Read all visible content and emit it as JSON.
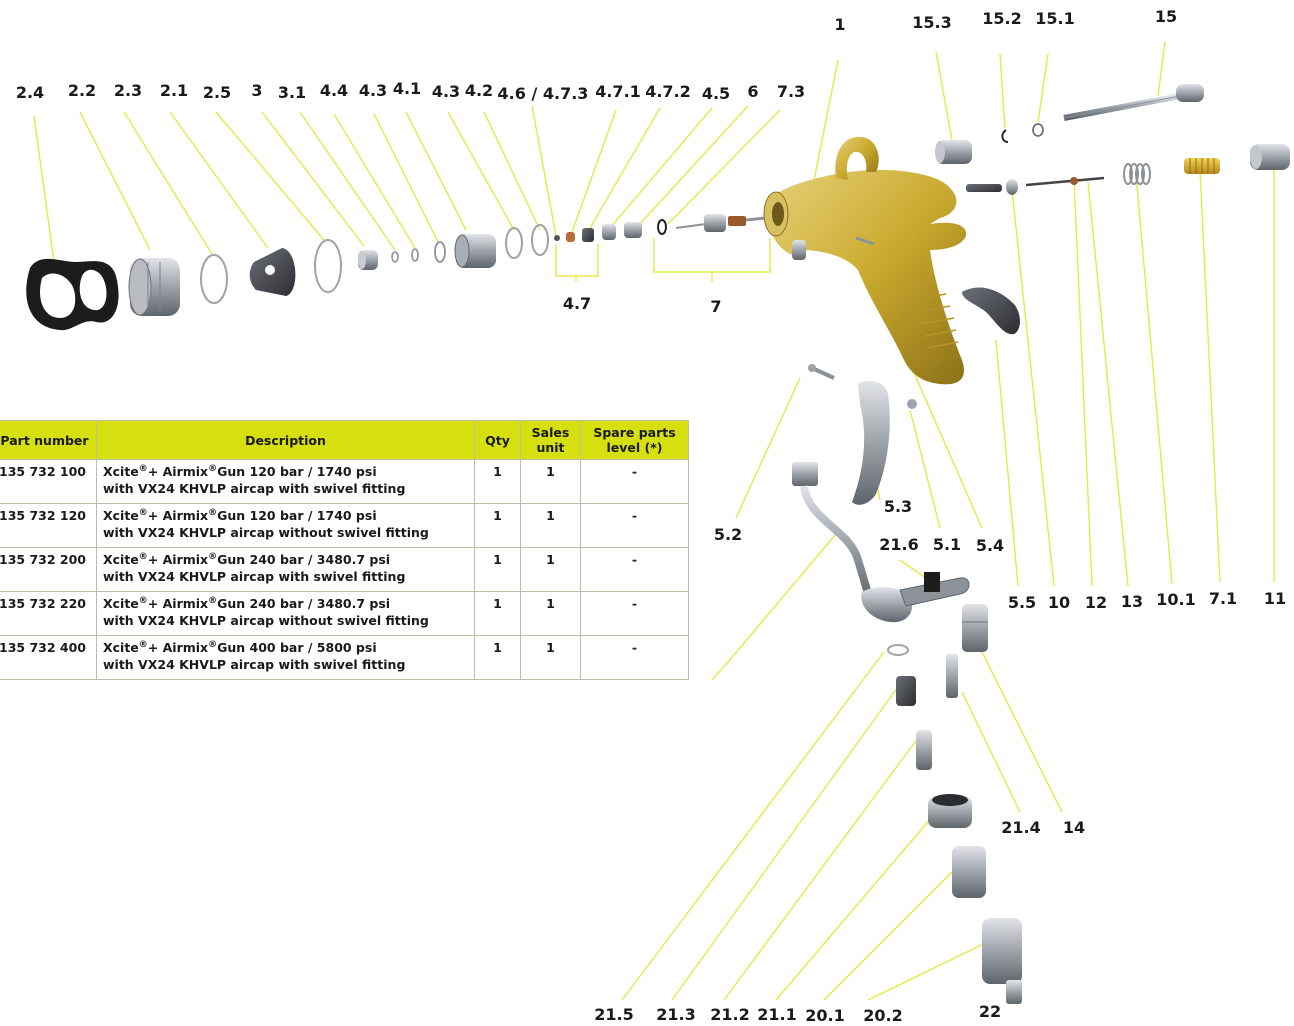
{
  "callouts": [
    {
      "id": "c1",
      "text": "1"
    },
    {
      "id": "c15_3",
      "text": "15.3"
    },
    {
      "id": "c15_2",
      "text": "15.2"
    },
    {
      "id": "c15_1",
      "text": "15.1"
    },
    {
      "id": "c15",
      "text": "15"
    },
    {
      "id": "c2_4",
      "text": "2.4"
    },
    {
      "id": "c2_2",
      "text": "2.2"
    },
    {
      "id": "c2_3",
      "text": "2.3"
    },
    {
      "id": "c2_1",
      "text": "2.1"
    },
    {
      "id": "c2_5",
      "text": "2.5"
    },
    {
      "id": "c3",
      "text": "3"
    },
    {
      "id": "c3_1",
      "text": "3.1"
    },
    {
      "id": "c4_4",
      "text": "4.4"
    },
    {
      "id": "c4_3a",
      "text": "4.3"
    },
    {
      "id": "c4_1",
      "text": "4.1"
    },
    {
      "id": "c4_3b",
      "text": "4.3"
    },
    {
      "id": "c4_2",
      "text": "4.2"
    },
    {
      "id": "c4_6",
      "text": "4.6 / 4.7.3"
    },
    {
      "id": "c4_7_1",
      "text": "4.7.1"
    },
    {
      "id": "c4_7_2",
      "text": "4.7.2"
    },
    {
      "id": "c4_5",
      "text": "4.5"
    },
    {
      "id": "c6",
      "text": "6"
    },
    {
      "id": "c7_3",
      "text": "7.3"
    },
    {
      "id": "c4_7",
      "text": "4.7"
    },
    {
      "id": "c7",
      "text": "7"
    },
    {
      "id": "c5_2",
      "text": "5.2"
    },
    {
      "id": "c5_3",
      "text": "5.3"
    },
    {
      "id": "c21_6",
      "text": "21.6"
    },
    {
      "id": "c5_1",
      "text": "5.1"
    },
    {
      "id": "c5_4",
      "text": "5.4"
    },
    {
      "id": "c5_5",
      "text": "5.5"
    },
    {
      "id": "c10",
      "text": "10"
    },
    {
      "id": "c12",
      "text": "12"
    },
    {
      "id": "c13",
      "text": "13"
    },
    {
      "id": "c10_1",
      "text": "10.1"
    },
    {
      "id": "c7_1",
      "text": "7.1"
    },
    {
      "id": "c11",
      "text": "11"
    },
    {
      "id": "c21_4",
      "text": "21.4"
    },
    {
      "id": "c14",
      "text": "14"
    },
    {
      "id": "c21_5",
      "text": "21.5"
    },
    {
      "id": "c21_3",
      "text": "21.3"
    },
    {
      "id": "c21_2",
      "text": "21.2"
    },
    {
      "id": "c21_1",
      "text": "21.1"
    },
    {
      "id": "c20_1",
      "text": "20.1"
    },
    {
      "id": "c20_2",
      "text": "20.2"
    },
    {
      "id": "c22",
      "text": "22"
    }
  ],
  "table": {
    "headers": {
      "part_number": "Part number",
      "description": "Description",
      "qty": "Qty",
      "sales_unit_1": "Sales",
      "sales_unit_2": "unit",
      "spare_1": "Spare parts",
      "spare_2": "level (*)"
    },
    "rows": [
      {
        "part_number": "135 732 100",
        "brand_a": "Xcite",
        "brand_b": "+ Airmix",
        "reg": "®",
        "line1_rest": "Gun 120 bar / 1740 psi",
        "line2": "with VX24 KHVLP aircap with swivel fitting",
        "qty": "1",
        "sales_unit": "1",
        "spare": "-"
      },
      {
        "part_number": "135 732 120",
        "brand_a": "Xcite",
        "brand_b": "+ Airmix",
        "reg": "®",
        "line1_rest": "Gun 120 bar / 1740 psi",
        "line2": " with VX24 KHVLP aircap without swivel fitting",
        "qty": "1",
        "sales_unit": "1",
        "spare": "-"
      },
      {
        "part_number": "135 732 200",
        "brand_a": "Xcite",
        "brand_b": "+ Airmix",
        "reg": "®",
        "line1_rest": "Gun 240 bar / 3480.7 psi",
        "line2": "with VX24 KHVLP aircap with swivel fitting",
        "qty": "1",
        "sales_unit": "1",
        "spare": "-"
      },
      {
        "part_number": "135 732 220",
        "brand_a": "Xcite",
        "brand_b": "+ Airmix",
        "reg": "®",
        "line1_rest": "Gun 240 bar / 3480.7 psi",
        "line2": "with VX24 KHVLP aircap without swivel fitting",
        "qty": "1",
        "sales_unit": "1",
        "spare": "-"
      },
      {
        "part_number": "135 732 400",
        "brand_a": "Xcite",
        "brand_b": "+ Airmix",
        "reg": "®",
        "line1_rest": "Gun 400 bar / 5800 psi",
        "line2": "with VX24 KHVLP aircap with swivel fitting",
        "qty": "1",
        "sales_unit": "1",
        "spare": "-"
      }
    ]
  },
  "colors": {
    "leader": "#e6e84a",
    "table_header": "#d6df0f",
    "gun_body": "#c9a92e",
    "metal": "#9ea3aa"
  }
}
